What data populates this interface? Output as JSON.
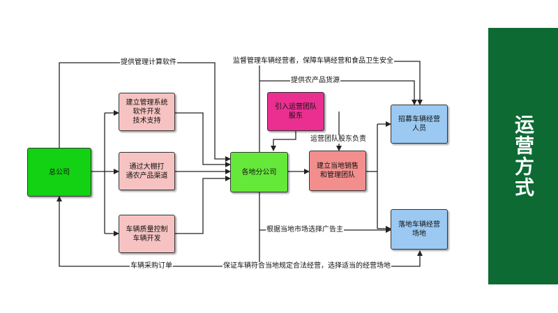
{
  "side_title": "运营方式",
  "colors": {
    "panel": "#0d6a33",
    "hq": "#13d113",
    "branch": "#66e83a",
    "support": "#f6c3c2",
    "team": "#ea2f91",
    "sales": "#f28f8d",
    "result": "#9bc9f2"
  },
  "boxes": {
    "hq": "总公司",
    "mgmt_system": "建立管理系统\n软件开发\n技术支持",
    "channel": "通过大棚打\n通农产品渠道",
    "quality": "车辆质量控制\n车辆开发",
    "branch": "各地分公司",
    "team": "引入运营团队\n股东",
    "sales_team": "建立当地销售\n和管理团队",
    "recruit": "招募车辆经营\n人员",
    "site": "落地车辆经营\n场地"
  },
  "labels": {
    "software": "提供管理计算软件",
    "supervise": "监督管理车辆经营者，保障车辆经营和食品卫生安全",
    "produce": "提供农产品货源",
    "team_resp": "运营团队股东负责",
    "ads": "根据当地市场选择广告主",
    "orders": "车辆采购订单",
    "compliance": "保证车辆符合当地规定合法经营，选择适当的经营场地"
  }
}
